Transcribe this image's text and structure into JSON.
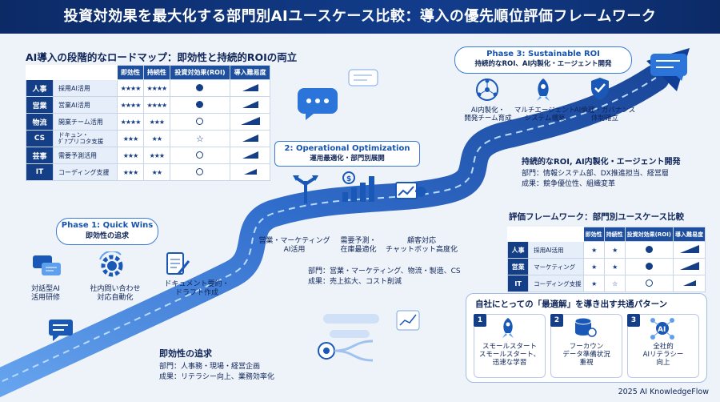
{
  "header": {
    "title": "投資対効果を最大化する部門別AIユースケース比較：導入の優先順位評価フレームワーク"
  },
  "roadmap": {
    "title": "AI導入の段階的なロードマップ：即効性と持続的ROIの両立",
    "columns": [
      "即効性",
      "持続性",
      "投資対効果(ROI)",
      "導入難易度"
    ],
    "rows": [
      {
        "dept": "人事",
        "use": "採用AI活用",
        "speed": "★★★★",
        "sustain": "★★★★",
        "roi": "filled",
        "difficulty": "medium"
      },
      {
        "dept": "営業",
        "use": "営業AI活用",
        "speed": "★★★★",
        "sustain": "★★★★",
        "roi": "filled",
        "difficulty": "medium"
      },
      {
        "dept": "物流",
        "use": "開業チーム活用",
        "speed": "★★★★",
        "sustain": "★★★",
        "roi": "open",
        "difficulty": "large"
      },
      {
        "dept": "CS",
        "use": "ドキュン・\nﾀﾞｱプリコタ支援",
        "speed": "★★★",
        "sustain": "★★",
        "roi": "star",
        "difficulty": "medium"
      },
      {
        "dept": "芸事",
        "use": "需要予測活用",
        "speed": "★★★",
        "sustain": "★★★",
        "roi": "open",
        "difficulty": "medium"
      },
      {
        "dept": "IT",
        "use": "コーディング支援",
        "speed": "★★★",
        "sustain": "★★",
        "roi": "open",
        "difficulty": "small"
      }
    ]
  },
  "phase1": {
    "label": "Phase 1: Quick Wins",
    "sub": "即効性の追求",
    "items": [
      "対話型AI\n活用研修",
      "社内問い合わせ\n対応自動化",
      "ドキュメント要約・\nドラフト作成"
    ],
    "heading": "即効性の追求",
    "dept_line": "部門：人事務・現場・経営企画",
    "result_line": "成果：リテラシー向上、業務効率化"
  },
  "phase2": {
    "label": "2: Operational Optimization",
    "sub": "運用最適化・部門別展開",
    "items": [
      "営業・マーケティング\nAI活用",
      "需要予測・\n在庫最適化",
      "顧客対応\nチャットボット高度化"
    ],
    "dept_line": "部門：営業・マーケティング、物流・製造、CS",
    "result_line": "成果：売上拡大、コスト削減"
  },
  "phase3": {
    "label": "Phase 3: Sustainable ROI",
    "sub": "持続的なROI、AI内製化・エージェント開発",
    "items": [
      "AI内製化・\n開発チーム育成",
      "マルチエージェント\nシステム構築",
      "AI倫理・ガバナンス\n体制確立"
    ],
    "heading": "持続的なROI, AI内製化・エージェント開発",
    "dept_line": "部門：情報システム部、DX推進担当、経営層",
    "result_line": "成果：競争優位性、組織変革"
  },
  "framework": {
    "title": "評価フレームワーク：部門別ユースケース比較",
    "columns": [
      "即効性",
      "持続性",
      "投資対効果(ROI)",
      "導入難易度"
    ],
    "rows": [
      {
        "dept": "人事",
        "use": "採用AI活用",
        "speed": "★",
        "sustain": "★",
        "roi": "filled",
        "difficulty": "large"
      },
      {
        "dept": "営業",
        "use": "マーケティング",
        "speed": "★",
        "sustain": "★",
        "roi": "filled",
        "difficulty": "large"
      },
      {
        "dept": "IT",
        "use": "コーディング支援",
        "speed": "★",
        "sustain": "☆",
        "roi": "open",
        "difficulty": "small"
      }
    ]
  },
  "pattern": {
    "title": "自社にとっての「最適解」を導き出す共通パターン",
    "cards": [
      {
        "num": "1",
        "text": "スモールスタート\nスモールスタート、\n迅速な学習"
      },
      {
        "num": "2",
        "text": "フーカウン\nデータ準備状況\n重視"
      },
      {
        "num": "3",
        "text": "全社的\nAIリテラシー\n向上"
      }
    ]
  },
  "footer": {
    "credit": "2025 AI KnowledgeFlow"
  },
  "colors": {
    "navy": "#0c2a66",
    "accent": "#1a58b8",
    "road": "#2c6fd1",
    "light": "#eef3fa"
  }
}
